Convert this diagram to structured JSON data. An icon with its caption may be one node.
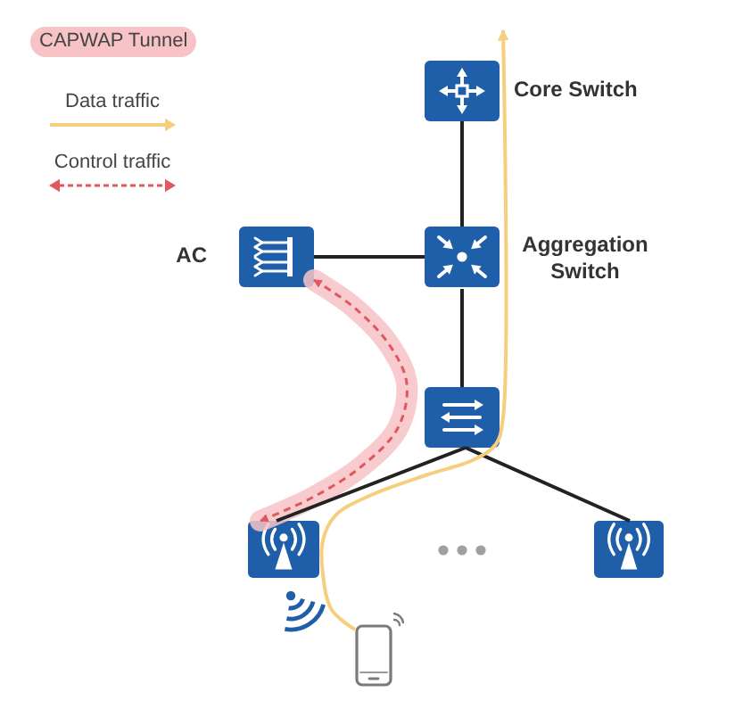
{
  "diagram": {
    "nodes": [
      {
        "text": [
          "Core Switch"
        ]
      },
      {
        "text": [
          "AC"
        ]
      },
      {
        "text": [
          "Aggregation Switch"
        ]
      },
      {
        "text": [],
        "shape": "box"
      },
      {
        "text": [],
        "shape": "box"
      },
      {
        "text": [],
        "shape": "box"
      },
      {
        "text": [],
        "shape": "picture"
      }
    ],
    "edges": [
      {
        "from": 0,
        "to": 2,
        "arrow": "none"
      },
      {
        "from": 1,
        "to": 2,
        "arrow": "none"
      },
      {
        "from": 2,
        "to": 3,
        "arrow": "none"
      },
      {
        "from": 3,
        "to": 4,
        "arrow": "none"
      },
      {
        "from": 3,
        "to": 5,
        "arrow": "none"
      },
      {
        "from": 1,
        "to": 4,
        "arrow": "both",
        "style": "dashed",
        "color": "#e0585e"
      },
      {
        "from": 6,
        "to": 0,
        "arrow": "to",
        "color": "#f5cf7e"
      }
    ],
    "legend": [
      {
        "text": "CAPWAP Tunnel",
        "color": "#f7c3c6"
      },
      {
        "text": "Data traffic"
      },
      {
        "text": "Control traffic"
      }
    ]
  }
}
